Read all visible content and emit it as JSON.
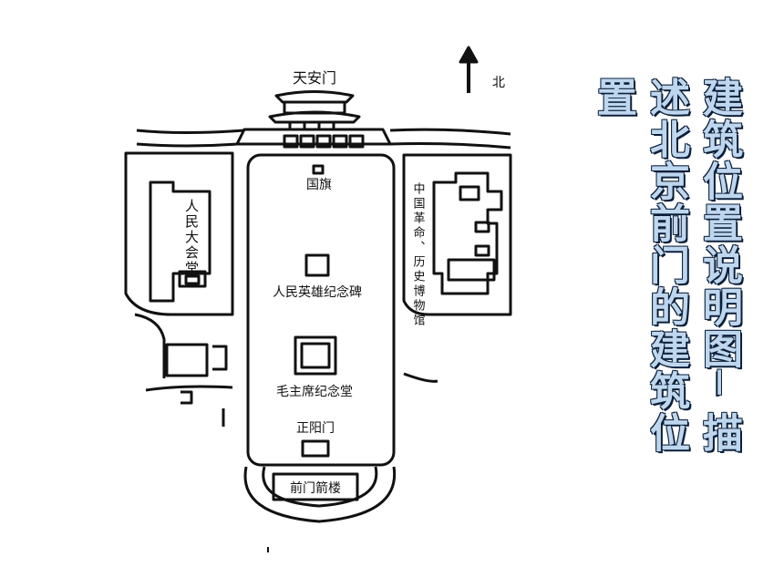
{
  "map": {
    "labels": {
      "tiananmen": "天安门",
      "north": "北",
      "flag": "国旗",
      "great_hall": "人民大会堂",
      "monument": "人民英雄纪念碑",
      "museum": "中国革命、历史博物馆",
      "mausoleum": "毛主席纪念堂",
      "zhengyangmen": "正阳门",
      "jianlou": "前门箭楼"
    }
  },
  "caption": {
    "col1": "建筑位置说明图─ 描",
    "col2": "述北京前门的建筑位",
    "col3": "置"
  },
  "colors": {
    "caption_fill": "#bfd7ee",
    "caption_outline": "#0b1f3a",
    "ink": "#111111"
  }
}
